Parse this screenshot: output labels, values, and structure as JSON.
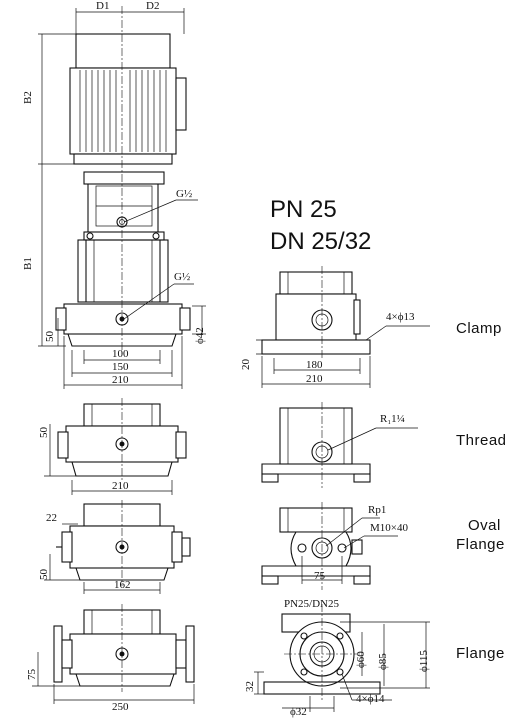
{
  "dims": {
    "d1": "D1",
    "d2": "D2",
    "b2": "B2",
    "b1": "B1",
    "g_half_upper": "G½",
    "g_half_lower": "G½",
    "h50_a": "50",
    "phi42": "ϕ42",
    "w100": "100",
    "w150": "150",
    "w210_a": "210",
    "h50_b": "50",
    "w210_b": "210",
    "w22": "22",
    "h50_c": "50",
    "w162": "162",
    "h75": "75",
    "w250": "250",
    "holes_4x13": "4×ϕ13",
    "h20": "20",
    "w180": "180",
    "w210_c": "210",
    "r1_1_4": "R₁1¼",
    "rp1": "Rp1",
    "m10x40": "M10×40",
    "w75": "75",
    "pn25_dn25": "PN25/DN25",
    "phi60": "ϕ60",
    "phi85": "ϕ85",
    "phi115": "ϕ115",
    "h32": "32",
    "phi32": "ϕ32",
    "holes_4x14": "4×ϕ14"
  },
  "heading": {
    "pn": "PN 25",
    "dn": "DN 25/32"
  },
  "labels": {
    "clamp": "Clamp",
    "thread": "Thread",
    "oval_1": "Oval",
    "oval_2": "Flange",
    "flange": "Flange"
  }
}
